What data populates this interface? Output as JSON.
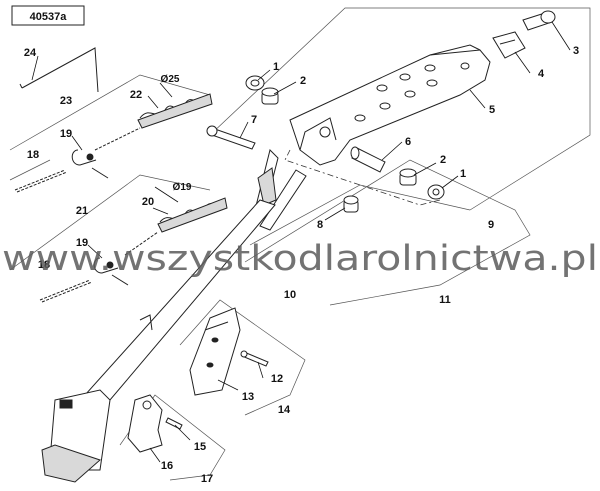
{
  "diagram_ref": "40537a",
  "callouts": [
    "1",
    "2",
    "3",
    "4",
    "5",
    "7",
    "6",
    "2",
    "1",
    "8",
    "9",
    "11",
    "10",
    "12",
    "13",
    "14",
    "15",
    "16",
    "17",
    "18",
    "19",
    "18",
    "19",
    "20",
    "21",
    "22",
    "23",
    "24"
  ],
  "spring_labels": [
    "Ø25",
    "Ø19"
  ],
  "watermark": "www.wszystkodlarolnictwa.pl"
}
